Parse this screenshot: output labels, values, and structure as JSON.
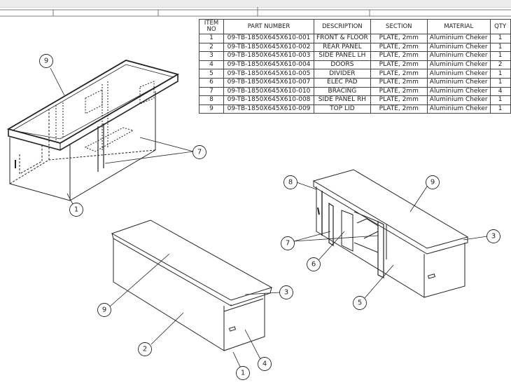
{
  "bom": {
    "headers": [
      "ITEM NO",
      "PART NUMBER",
      "DESCRIPTION",
      "SECTION",
      "MATERIAL",
      "QTY"
    ],
    "rows": [
      [
        "1",
        "09-TB-1850X645X610-001",
        "FRONT & FLOOR",
        "PLATE, 2mm",
        "Aluminium Cheker",
        "1"
      ],
      [
        "2",
        "09-TB-1850X645X610-002",
        "REAR PANEL",
        "PLATE, 2mm",
        "Aluminium Cheker",
        "1"
      ],
      [
        "3",
        "09-TB-1850X645X610-003",
        "SIDE PANEL LH",
        "PLATE, 2mm",
        "Aluminium Cheker",
        "1"
      ],
      [
        "4",
        "09-TB-1850X645X610-004",
        "DOORS",
        "PLATE, 2mm",
        "Aluminium Cheker",
        "2"
      ],
      [
        "5",
        "09-TB-1850X645X610-005",
        "DIVIDER",
        "PLATE, 2mm",
        "Aluminium Cheker",
        "1"
      ],
      [
        "6",
        "09-TB-1850X645X610-007",
        "ELEC PAD",
        "PLATE, 2mm",
        "Aluminium Cheker",
        "1"
      ],
      [
        "7",
        "09-TB-1850X645X610-010",
        "BRACING",
        "PLATE, 2mm",
        "Aluminium Cheker",
        "4"
      ],
      [
        "8",
        "09-TB-1850X645X610-008",
        "SIDE PANEL RH",
        "PLATE, 2mm",
        "Aluminium Cheker",
        "1"
      ],
      [
        "9",
        "09-TB-1850X645X610-009",
        "TOP LID",
        "PLATE, 2mm",
        "Aluminium Cheker",
        "1"
      ]
    ]
  },
  "balloons": {
    "v1_lid": "9",
    "v1_bracing": "7",
    "v1_floor": "1",
    "v2_lid": "9",
    "v2_side": "3",
    "v2_rear": "2",
    "v2_door": "4",
    "v2_floor": "1",
    "v3_siderh": "8",
    "v3_lid": "9",
    "v3_side": "3",
    "v3_bracing": "7",
    "v3_elec": "6",
    "v3_divider": "5"
  },
  "colors": {
    "line": "#222222",
    "table_border": "#444444",
    "bar": "#ececec"
  }
}
